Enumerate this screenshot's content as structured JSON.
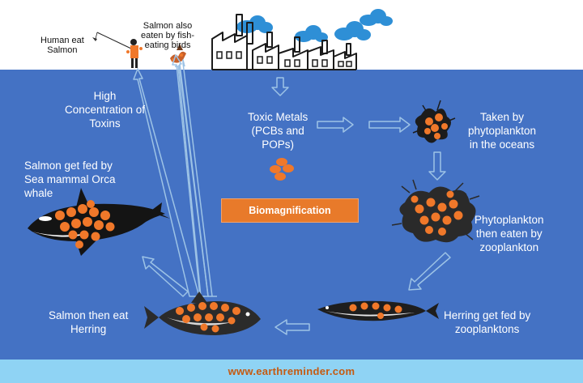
{
  "colors": {
    "ocean": "#4472c4",
    "footer_bg": "#8fd3f4",
    "footer_text": "#c55a11",
    "badge_bg": "#e87a2a",
    "arrow": "#9dc3e6",
    "dots": "#f0782a",
    "cloud": "#2e8fd6"
  },
  "labels": {
    "human": "Human eat\nSalmon",
    "birds": "Salmon also\neaten by fish-\neating birds",
    "high_concentration": "High\nConcentration of\nToxins",
    "toxic_metals": "Toxic Metals\n(PCBs and\nPOPs)",
    "taken_by": "Taken by\nphytoplankton\nin the oceans",
    "salmon_fed": "Salmon get fed by\nSea mammal Orca\nwhale",
    "phyto_eaten": "Phytoplankton\nthen eaten by\nzooplankton",
    "salmon_herring": "Salmon then eat\nHerring",
    "herring_fed": "Herring get fed by\nzooplanktons"
  },
  "badge": {
    "label": "Biomagnification"
  },
  "footer": {
    "url": "www.earthreminder.com"
  },
  "icons": [
    "factory-icon",
    "cloud-icon",
    "orca-whale-icon",
    "salmon-fish-icon",
    "herring-fish-icon",
    "phytoplankton-icon",
    "zooplankton-icon",
    "bird-icon",
    "fisherman-icon"
  ]
}
